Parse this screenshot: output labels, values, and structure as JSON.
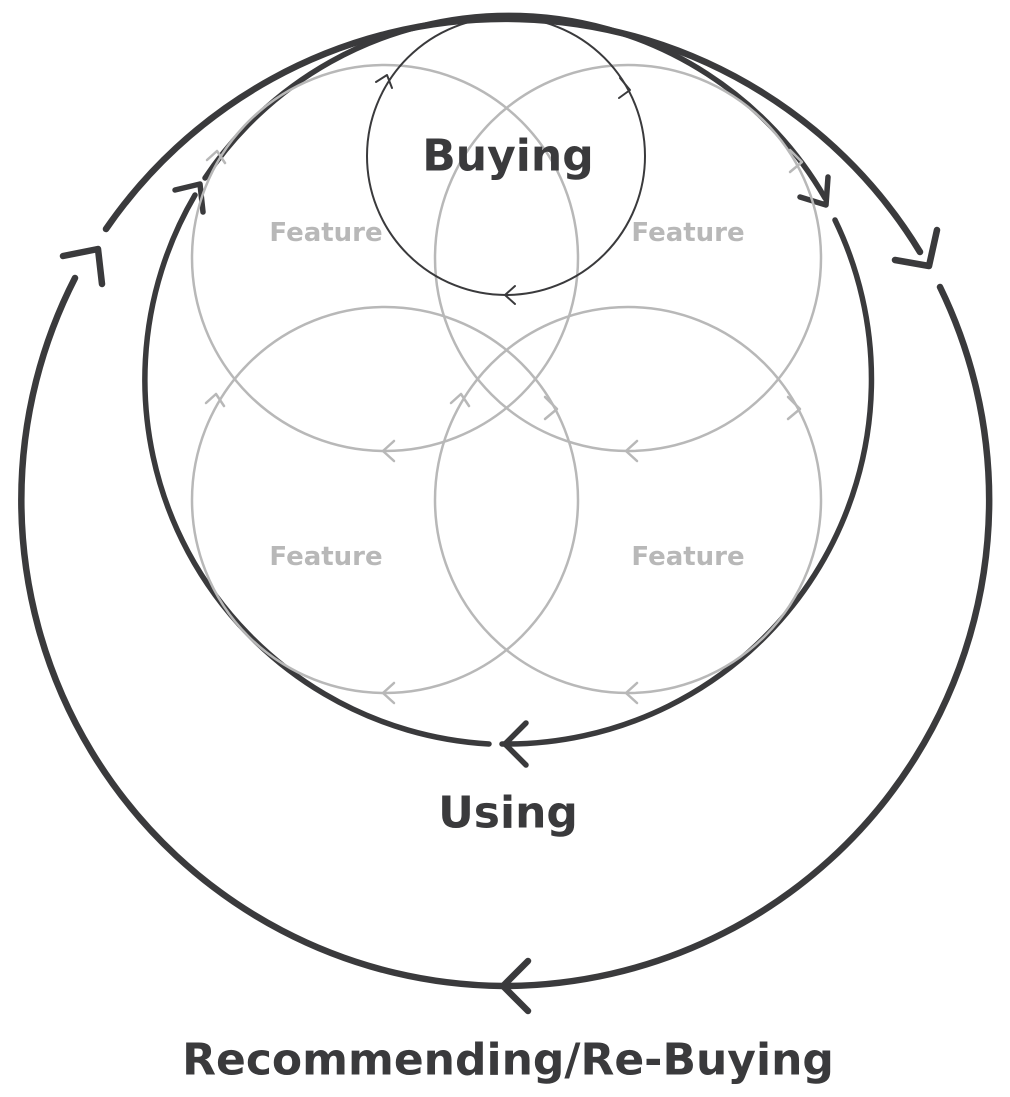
{
  "diagram": {
    "colors": {
      "primary": "#3a3a3c",
      "feature": "#b8b8b8",
      "background": "#ffffff"
    },
    "labels": {
      "buying": "Buying",
      "using": "Using",
      "recommending": "Recommending/Re-Buying"
    },
    "features": [
      "Feature",
      "Feature",
      "Feature",
      "Feature"
    ]
  }
}
